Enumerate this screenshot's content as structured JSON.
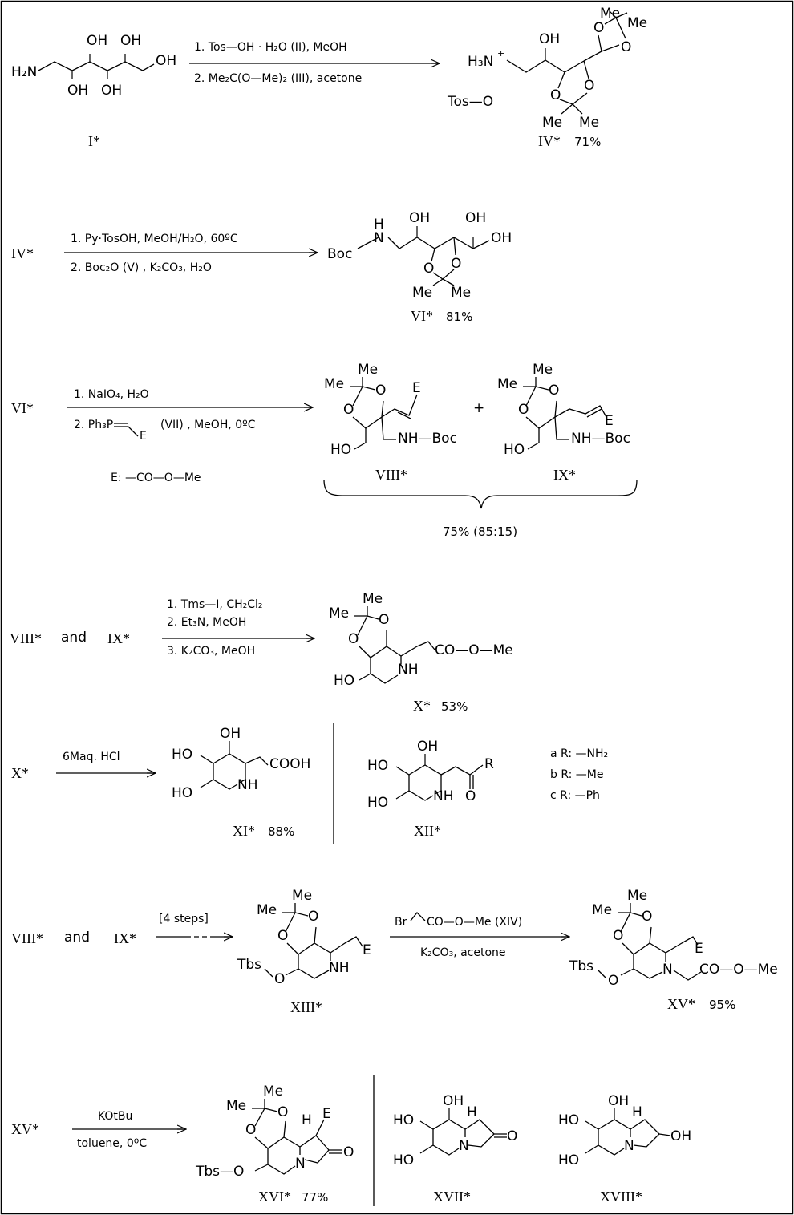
{
  "compounds": {
    "I": "I*",
    "IV": "IV*",
    "IV_yield": "71%",
    "VI": "VI*",
    "VI_yield": "81%",
    "VIII": "VIII*",
    "IX": "IX*",
    "VIII_IX_yield": "75% (85:15)",
    "X": "X*",
    "X_yield": "53%",
    "XI": "XI*",
    "XI_yield": "88%",
    "XII": "XII*",
    "XIII": "XIII*",
    "XV": "XV*",
    "XV_yield": "95%",
    "XVI": "XVI*",
    "XVI_yield": "77%",
    "XVII": "XVII*",
    "XVIII": "XVIII*"
  },
  "reactions": {
    "r1": {
      "step1": "1. Tos—OH  ·  H₂O  (II), MeOH",
      "step2": "2.  Me₂C(O—Me)₂   (III), acetone"
    },
    "r2": {
      "step1": "1. Py·TosOH,  MeOH/H₂O,  60ºC",
      "step2": "2. Boc₂O   (V) , K₂CO₃,  H₂O"
    },
    "r3": {
      "step1": "1. NaIO₄,  H₂O",
      "step2_prefix": "2. Ph₃P",
      "step2_E": "E",
      "step2_suffix": "(VII) , MeOH,  0ºC",
      "legend": "E:  —CO—O—Me",
      "plus": "+"
    },
    "r4": {
      "and": "and",
      "step1": "1. Tms—I, CH₂Cl₂",
      "step2": "2. Et₃N,  MeOH",
      "step3": "3. K₂CO₃,   MeOH"
    },
    "r5": {
      "cond": "6Maq. HCl",
      "R_a": "a R: —NH₂",
      "R_b": "b R: —Me",
      "R_c": "c R: —Ph"
    },
    "r6": {
      "and": "and",
      "cond": "[4 steps]",
      "reagent": "Br",
      "reagent_rest": "CO—O—Me  (XIV)",
      "cond2": "K₂CO₃,   acetone"
    },
    "r7": {
      "cond1": "KOtBu",
      "cond2": "toluene, 0ºC"
    }
  },
  "labels": {
    "H2N": "H₂N",
    "H3N": "H₃N",
    "plus_charge": "+",
    "OH": "OH",
    "HO": "HO",
    "O": "O",
    "Me": "Me",
    "Tos_O": "Tos—O⁻",
    "Boc": "Boc",
    "H": "H",
    "N": "N",
    "NH": "NH",
    "NH_Boc": "NH—Boc",
    "E": "E",
    "ester": "CO—O—Me",
    "COOH": "COOH",
    "R": "R",
    "Tbs": "Tbs",
    "Tbs_O": "Tbs—O"
  }
}
